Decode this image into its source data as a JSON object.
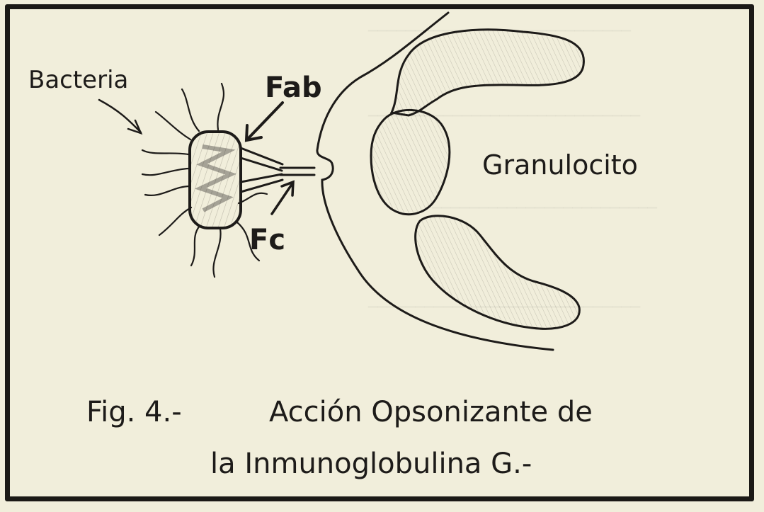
{
  "figure": {
    "labels": {
      "bacteria": "Bacteria",
      "fab": "Fab",
      "fc": "Fc",
      "granulocyte": "Granulocito"
    },
    "caption": {
      "line1_prefix": "Fig. 4.-",
      "line1_text": "Acción Opsonizante de",
      "line2_text": "la Inmunoglobulina G.-"
    }
  }
}
